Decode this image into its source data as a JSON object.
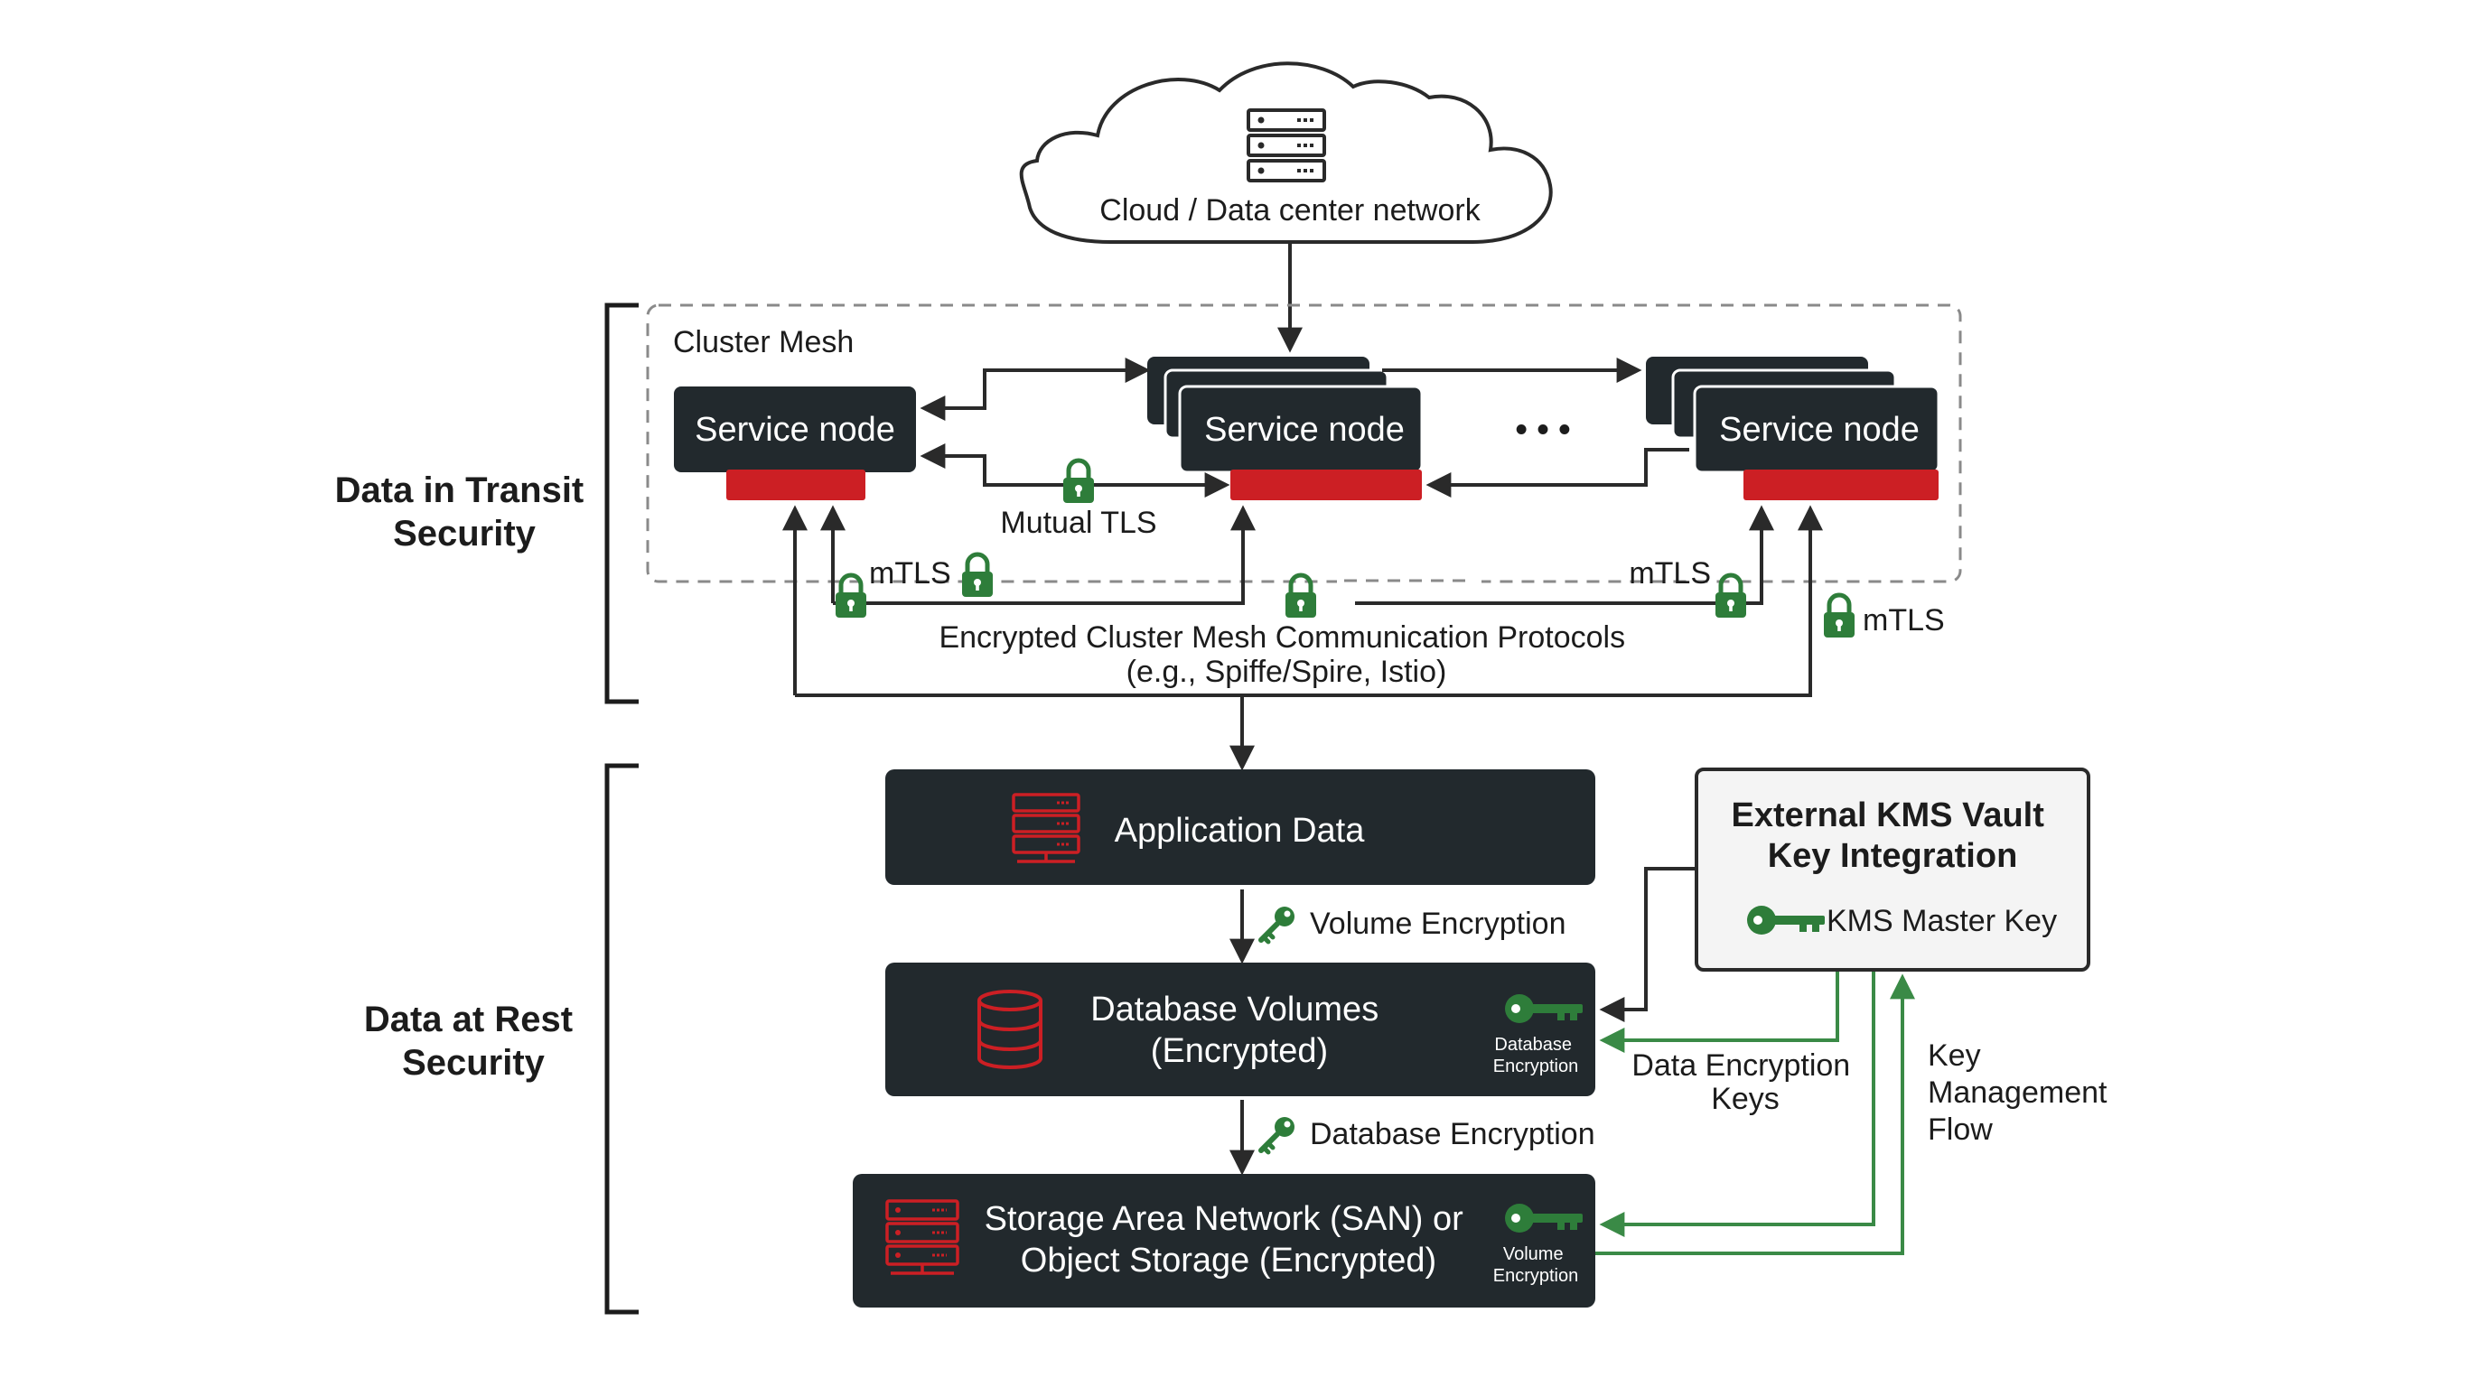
{
  "cloud": {
    "label": "Cloud / Data center network",
    "icon": "server-rack-icon"
  },
  "cluster_mesh": {
    "label": "Cluster Mesh"
  },
  "service_nodes": [
    {
      "label": "Service node"
    },
    {
      "label": "Service node"
    },
    {
      "label": "Service node"
    }
  ],
  "ellipsis": "• • •",
  "mtls_labels": {
    "mutual_tls": "Mutual TLS",
    "left": "mTLS",
    "right": "mTLS",
    "far_right": "mTLS"
  },
  "protocols": {
    "line1": "Encrypted Cluster Mesh Communication Protocols",
    "line2": "(e.g., Spiffe/Spire, Istio)"
  },
  "sections": {
    "transit": {
      "line1": "Data in Transit",
      "line2": "Security"
    },
    "rest": {
      "line1": "Data at Rest",
      "line2": "Security"
    }
  },
  "application_data": {
    "label": "Application Data"
  },
  "volume_encryption_step": {
    "label": "Volume Encryption"
  },
  "database_volumes": {
    "line1": "Database Volumes",
    "line2": "(Encrypted)",
    "badge_line1": "Database",
    "badge_line2": "Encryption"
  },
  "database_encryption_step": {
    "label": "Database Encryption"
  },
  "storage": {
    "line1": "Storage Area Network (SAN) or",
    "line2": "Object Storage (Encrypted)",
    "badge_line1": "Volume",
    "badge_line2": "Encryption"
  },
  "kms": {
    "title_line1": "External KMS Vault",
    "title_line2": "Key Integration",
    "key_label": "KMS Master Key"
  },
  "data_encryption_keys": {
    "line1": "Data Encryption",
    "line2": "Keys"
  },
  "key_management_flow": {
    "line1": "Key",
    "line2": "Management",
    "line3": "Flow"
  },
  "colors": {
    "dark_box": "#22292d",
    "accent_red": "#cc1f24",
    "lock_green": "#2e7d3a",
    "key_flow_green": "#3a8a46",
    "line_dark": "#2a2a2a"
  }
}
